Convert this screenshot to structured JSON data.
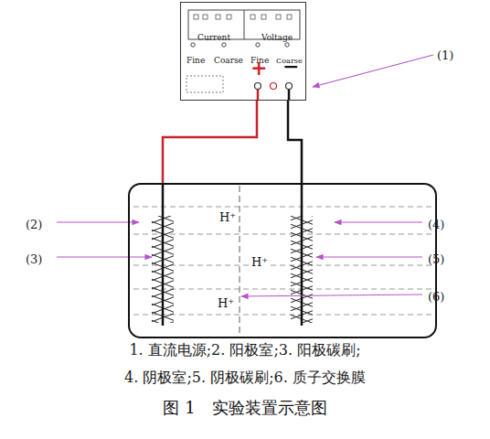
{
  "diagram": {
    "caption": "图 1　实验装置示意图",
    "nodes": [
      {
        "text": [
          "Current",
          "Voltage",
          "Fine",
          "Coarse",
          "Fine",
          "Coarse",
          "+",
          "−"
        ]
      },
      {
        "text": [
          "H⁺",
          "H⁺",
          "H⁺"
        ]
      }
    ],
    "edges": [
      {
        "from": 0,
        "to": 1,
        "arrow": "none"
      },
      {
        "from": 0,
        "to": 1,
        "arrow": "none"
      }
    ],
    "labels": [
      "(1)",
      "(2)",
      "(3)",
      "(4)",
      "(5)",
      "(6)",
      "1. 直流电源;2. 阳极室;3. 阳极碳刷;",
      "4. 阴极室;5. 阴极碳刷;6. 质子交换膜"
    ]
  }
}
